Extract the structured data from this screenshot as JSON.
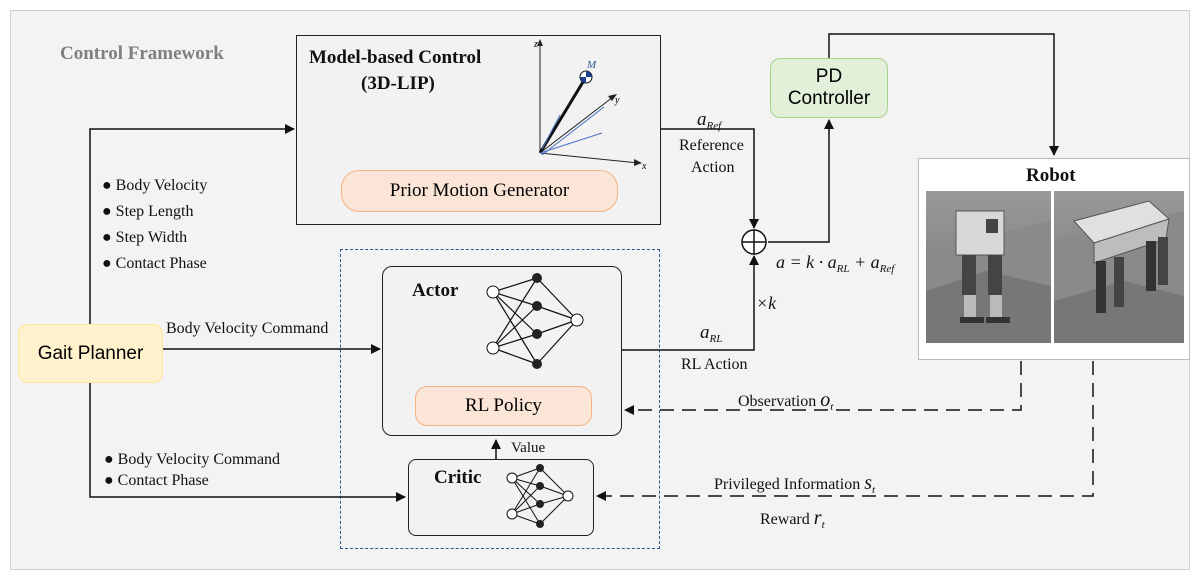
{
  "framework_title": "Control Framework",
  "model_based": {
    "title_line1": "Model-based Control",
    "title_line2": "(3D-LIP)",
    "prior_motion": "Prior Motion Generator",
    "axis_z": "z",
    "axis_y": "y",
    "axis_x": "x",
    "mass_label": "M"
  },
  "pd_controller": {
    "line1": "PD",
    "line2": "Controller"
  },
  "robot": {
    "title": "Robot"
  },
  "gait_planner": "Gait Planner",
  "gait_outputs": [
    "Body Velocity",
    "Step Length",
    "Step Width",
    "Contact Phase"
  ],
  "body_velocity_command": "Body Velocity Command",
  "critic_inputs": [
    "Body Velocity Command",
    "Contact Phase"
  ],
  "actor": {
    "title": "Actor",
    "policy": "RL Policy"
  },
  "critic": {
    "title": "Critic"
  },
  "value_label": "Value",
  "reference_action": {
    "symbol": "a",
    "subscript": "Ref",
    "line1": "Reference",
    "line2": "Action"
  },
  "rl_action": {
    "symbol": "a",
    "subscript": "RL",
    "label": "RL Action"
  },
  "gain": "×k",
  "sum_equation": "a = k · a",
  "sum_eq_sub1": "RL",
  "sum_eq_mid": " + a",
  "sum_eq_sub2": "Ref",
  "observation": {
    "label": "Observation",
    "symbol": "o",
    "subscript": "t"
  },
  "privileged": {
    "label": "Privileged Information",
    "symbol": "s",
    "subscript": "t"
  },
  "reward": {
    "label": "Reward",
    "symbol": "r",
    "subscript": "t"
  },
  "colors": {
    "pd_fill": "#e2f0d9",
    "pd_border": "#a9d18e",
    "gait_fill": "#fff2cc",
    "gait_border": "#ffe699",
    "pink_fill": "#fbe5d6",
    "pink_border": "#f4b183",
    "dash_border": "#2f5597"
  }
}
